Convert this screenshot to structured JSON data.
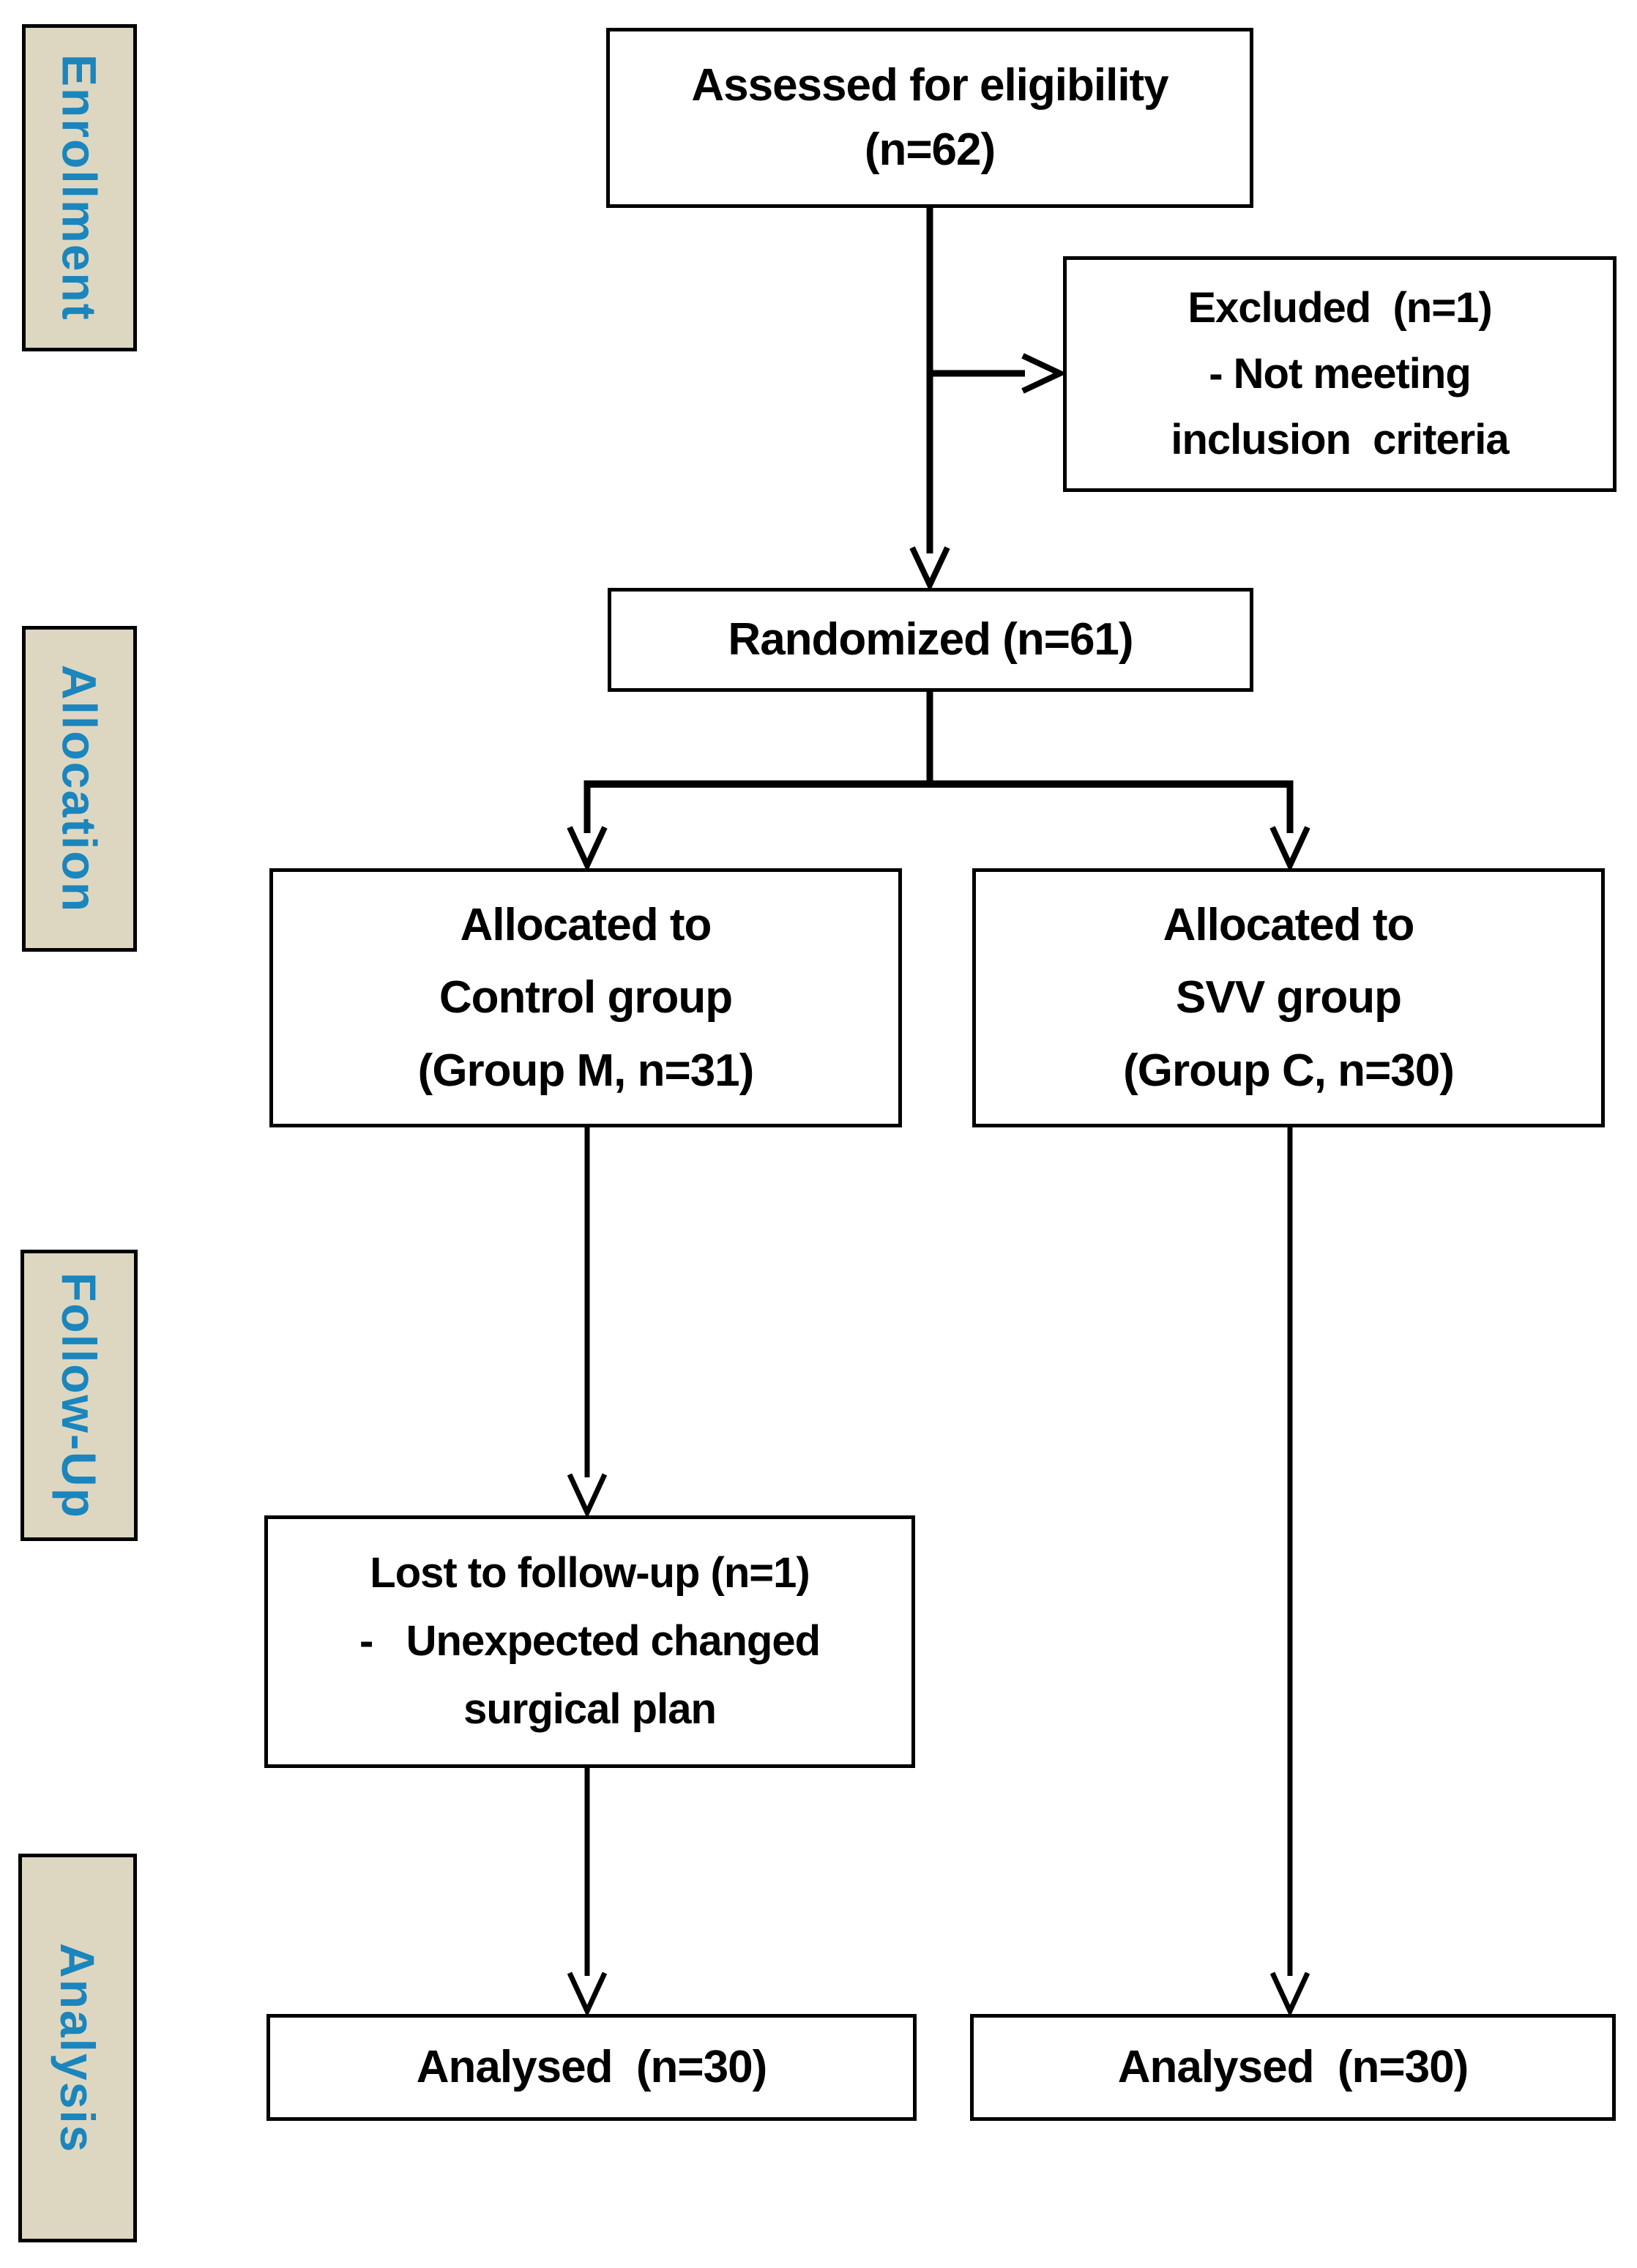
{
  "figure": {
    "type": "consort-flow-diagram",
    "colors": {
      "stage_label_text": "#1b85bd",
      "stage_label_fill": "#ddd7c1",
      "box_fill": "#ffffff",
      "box_border": "#000000",
      "connector": "#000000"
    },
    "stages": [
      {
        "label": "Enrollment"
      },
      {
        "label": "Allocation"
      },
      {
        "label": "Follow-Up"
      },
      {
        "label": "Analysis"
      }
    ],
    "boxes": {
      "assessed": {
        "lines": [
          "Assessed for eligibility",
          "(n=62)"
        ]
      },
      "excluded": {
        "lines": [
          "Excluded  (n=1)",
          "- Not meeting",
          "inclusion  criteria"
        ]
      },
      "randomized": {
        "lines": [
          "Randomized (n=61)"
        ]
      },
      "allocated_control": {
        "lines": [
          "Allocated to",
          "Control group",
          "(Group M, n=31)"
        ]
      },
      "allocated_svv": {
        "lines": [
          "Allocated to",
          "SVV group",
          "(Group C, n=30)"
        ]
      },
      "lost_followup": {
        "lines": [
          "Lost to follow-up (n=1)",
          "-   Unexpected changed",
          "surgical plan"
        ]
      },
      "analysed_control": {
        "lines": [
          "Analysed  (n=30)"
        ]
      },
      "analysed_svv": {
        "lines": [
          "Analysed  (n=30)"
        ]
      }
    }
  }
}
